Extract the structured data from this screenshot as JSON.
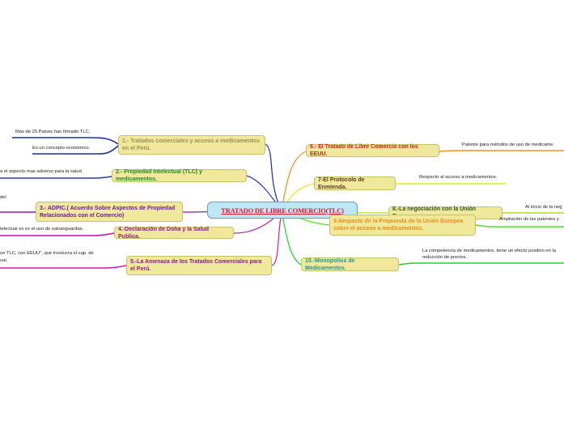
{
  "root": {
    "title": "TRATADO DE LIBRE COMERCIO(TLC)"
  },
  "left_branches": [
    {
      "label": "1.- Tratados comerciales y acceso a medicamentos en el Perú.",
      "color": "#1a2ea8",
      "text_color": "#9c8f5a",
      "leaves": [
        "Mas de 25 Paises han firmado TLC.",
        "Es un concepto económico."
      ]
    },
    {
      "label": "2.- Propiedad Intelectual (TLC) y medicamentos.",
      "color": "#2a3ab0",
      "text_color": "#1c8a2a",
      "leaves": [
        "a el aspecto mas adverso para la salud"
      ]
    },
    {
      "label": "3.- ADPIC.( Acuerdo Sobre Aspectos de Propiedad Relacionados con el Comercio)",
      "color": "#8a1ab0",
      "text_color": "#6a1aa0",
      "leaves": [
        "del"
      ]
    },
    {
      "label": "4.-Declaración de Doha y la Salud Publica.",
      "color": "#b01aa8",
      "text_color": "#8a1a8a",
      "leaves": [
        "telectual es es el uso de salvanguardas."
      ]
    },
    {
      "label": "5.-La Amenaza de los Tratados Comerciales para el Perú.",
      "color": "#d41ab0",
      "text_color": "#8a1a8a",
      "leaves": [
        "un TLC. con EEUU\", que involucra el cap. de",
        "ual."
      ]
    }
  ],
  "right_branches": [
    {
      "label": "6.- El Tratado de Libre Comercio con los EEUU.",
      "color": "#f0901a",
      "text_color": "#c81e1e",
      "leaves": [
        "Patente para métodos de uso de medicame"
      ]
    },
    {
      "label": "7-El Protocolo de Enmienda.",
      "color": "#e8e81a",
      "text_color": "#5a3a1a",
      "leaves": [
        "Respecto al acceso a medicamentos."
      ]
    },
    {
      "label": "8.-La negociación con la Unión Europea.",
      "color": "#a0e81a",
      "text_color": "#2a5a2a",
      "leaves": [
        "Al inicio de la neg"
      ]
    },
    {
      "label": "9.4impacto de la Propuesta de la Unión Europea sobre el acceso a medicamentos.",
      "color": "#4ae81a",
      "text_color": "#e8901a",
      "leaves": [
        "Ampliación de las patentes y"
      ]
    },
    {
      "label": "10.-Monopolios de Medicamentos.",
      "color": "#1ad82a",
      "text_color": "#1a9a8a",
      "leaves": [
        "La competencia de medicamentos, tiene un efecto positivo en la reducción de precios."
      ]
    }
  ]
}
